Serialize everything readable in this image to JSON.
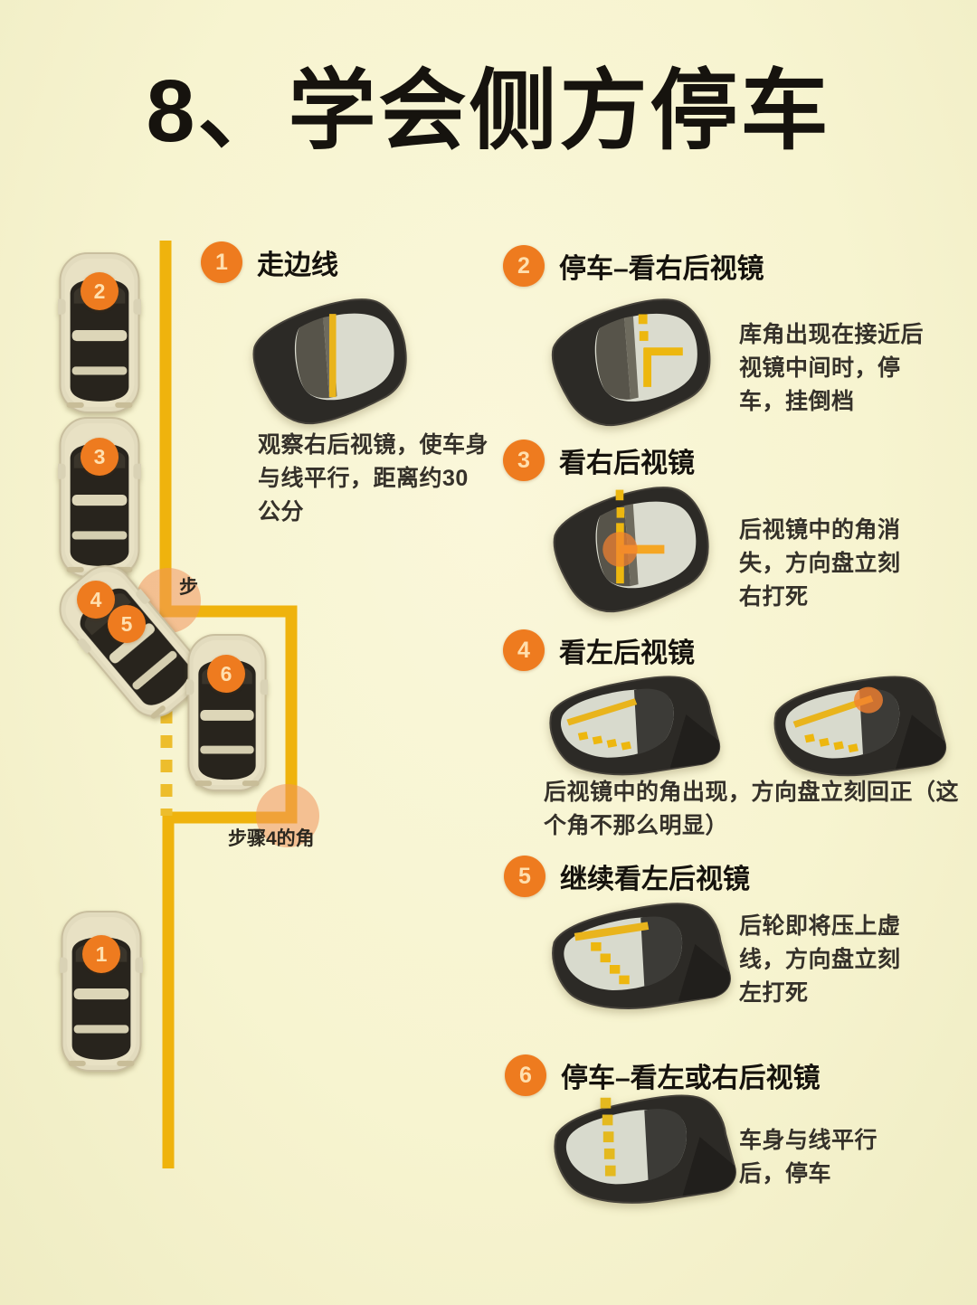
{
  "page": {
    "title": "8、学会侧方停车",
    "colors": {
      "background": "#f7f4d0",
      "badge_orange": "#ee7b1f",
      "line_yellow": "#efb30d",
      "highlight_orange": "#f0935c",
      "title_black": "#16130e"
    }
  },
  "diagram": {
    "car_numbers": [
      "2",
      "3",
      "4",
      "5",
      "6",
      "1"
    ],
    "labels": {
      "step_hint": "步",
      "corner_label": "步骤4的角"
    }
  },
  "steps": [
    {
      "number": "1",
      "title": "走边线",
      "description": "观察右后视镜，使车身与线平行，距离约30公分"
    },
    {
      "number": "2",
      "title": "停车–看右后视镜",
      "description": "库角出现在接近后视镜中间时，停车，挂倒档"
    },
    {
      "number": "3",
      "title": "看右后视镜",
      "description": "后视镜中的角消失，方向盘立刻右打死"
    },
    {
      "number": "4",
      "title": "看左后视镜",
      "description": "后视镜中的角出现，方向盘立刻回正（这个角不那么明显）"
    },
    {
      "number": "5",
      "title": "继续看左后视镜",
      "description": "后轮即将压上虚线，方向盘立刻左打死"
    },
    {
      "number": "6",
      "title": "停车–看左或右后视镜",
      "description": "车身与线平行后，停车"
    }
  ]
}
